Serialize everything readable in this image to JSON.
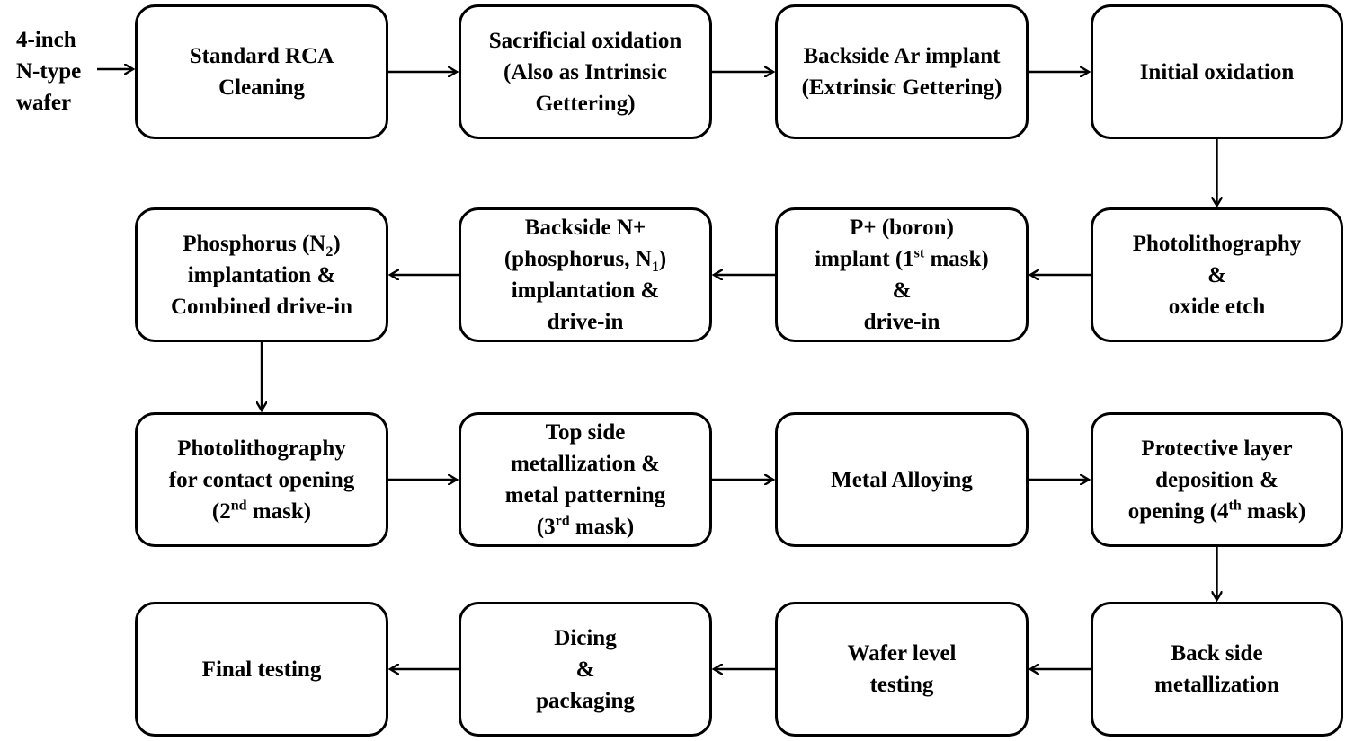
{
  "start": {
    "lines": [
      {
        "t": "4-inch"
      },
      {
        "t": "N-type"
      },
      {
        "t": "wafer"
      }
    ]
  },
  "steps": [
    {
      "id": "rca",
      "lines": [
        {
          "t": "Standard RCA"
        },
        {
          "t": "Cleaning"
        }
      ]
    },
    {
      "id": "sacrificial",
      "lines": [
        {
          "t": "Sacrificial oxidation"
        },
        {
          "t": "(Also as Intrinsic"
        },
        {
          "t": "Gettering)"
        }
      ]
    },
    {
      "id": "backside-ar",
      "lines": [
        {
          "t": "Backside  Ar implant"
        },
        {
          "t": "(Extrinsic Gettering)"
        }
      ]
    },
    {
      "id": "initial-ox",
      "lines": [
        {
          "t": "Initial oxidation"
        }
      ]
    },
    {
      "id": "photo-1",
      "lines": [
        {
          "t": "Photolithography"
        },
        {
          "t": "&"
        },
        {
          "t": "oxide etch"
        }
      ]
    },
    {
      "id": "p-plus",
      "lines": [
        {
          "t": "P+ (boron)"
        },
        {
          "t": "implant (1",
          "sup": "st",
          "t2": " mask)"
        },
        {
          "t": "&"
        },
        {
          "t": "drive-in"
        }
      ]
    },
    {
      "id": "backside-n",
      "lines": [
        {
          "t": "Backside N+"
        },
        {
          "t": "(phosphorus, N",
          "sub": "1",
          "t2": ")"
        },
        {
          "t": "implantation &"
        },
        {
          "t": "drive-in"
        }
      ]
    },
    {
      "id": "phosphorus",
      "lines": [
        {
          "t": "Phosphorus (N",
          "sub": "2",
          "t2": ")"
        },
        {
          "t": "implantation &"
        },
        {
          "t": "Combined drive-in"
        }
      ]
    },
    {
      "id": "photo-contact",
      "lines": [
        {
          "t": "Photolithography"
        },
        {
          "t": "for contact opening"
        },
        {
          "t": "(2",
          "sup": "nd",
          "t2": " mask)"
        }
      ]
    },
    {
      "id": "top-metal",
      "lines": [
        {
          "t": "Top side"
        },
        {
          "t": "metallization &"
        },
        {
          "t": "metal patterning"
        },
        {
          "t": "(3",
          "sup": "rd",
          "t2": " mask)"
        }
      ]
    },
    {
      "id": "alloying",
      "lines": [
        {
          "t": "Metal Alloying"
        }
      ]
    },
    {
      "id": "protective",
      "lines": [
        {
          "t": "Protective layer"
        },
        {
          "t": "deposition &"
        },
        {
          "t": "opening (4",
          "sup": "th",
          "t2": " mask)"
        }
      ]
    },
    {
      "id": "back-metal",
      "lines": [
        {
          "t": "Back side"
        },
        {
          "t": "metallization"
        }
      ]
    },
    {
      "id": "wafer-test",
      "lines": [
        {
          "t": "Wafer level"
        },
        {
          "t": "testing"
        }
      ]
    },
    {
      "id": "dicing",
      "lines": [
        {
          "t": "Dicing"
        },
        {
          "t": "&"
        },
        {
          "t": "packaging"
        }
      ]
    },
    {
      "id": "final-test",
      "lines": [
        {
          "t": "Final testing"
        }
      ]
    }
  ],
  "links": [
    [
      "start",
      "rca"
    ],
    [
      "rca",
      "sacrificial"
    ],
    [
      "sacrificial",
      "backside-ar"
    ],
    [
      "backside-ar",
      "initial-ox"
    ],
    [
      "initial-ox",
      "photo-1"
    ],
    [
      "photo-1",
      "p-plus"
    ],
    [
      "p-plus",
      "backside-n"
    ],
    [
      "backside-n",
      "phosphorus"
    ],
    [
      "phosphorus",
      "photo-contact"
    ],
    [
      "photo-contact",
      "top-metal"
    ],
    [
      "top-metal",
      "alloying"
    ],
    [
      "alloying",
      "protective"
    ],
    [
      "protective",
      "back-metal"
    ],
    [
      "back-metal",
      "wafer-test"
    ],
    [
      "wafer-test",
      "dicing"
    ],
    [
      "dicing",
      "final-test"
    ]
  ]
}
